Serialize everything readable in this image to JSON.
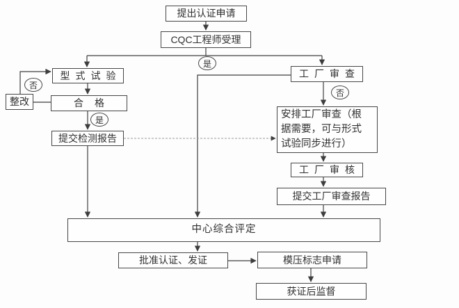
{
  "diagram": {
    "nodes": {
      "submit_application": "提出认证申请",
      "cqc_accept": "CQC工程师受理",
      "type_test": "型式试验",
      "rectify": "整改",
      "qualified": "合格",
      "submit_test_report": "提交检测报告",
      "factory_audit": "工厂审查",
      "arrange_audit": "安排工厂审查（根\n据需要，可与形式\n试验同步进行）",
      "factory_review": "工厂审核",
      "submit_audit_report": "提交工厂审查报告",
      "center_evaluation": "中心综合评定",
      "approve_issue": "批准认证、发证",
      "mold_mark": "模压标志申请",
      "post_cert": "获证后监督"
    },
    "labels": {
      "yes_top": "是",
      "no_left": "否",
      "yes_left": "是",
      "no_right": "否"
    },
    "edges": [
      {
        "from": "submit_application",
        "to": "cqc_accept",
        "style": "solid"
      },
      {
        "from": "cqc_accept",
        "to": "type_test",
        "label": "是",
        "style": "solid"
      },
      {
        "from": "cqc_accept",
        "to": "factory_audit",
        "label": "是",
        "style": "solid"
      },
      {
        "from": "type_test",
        "to": "qualified",
        "style": "solid"
      },
      {
        "from": "qualified",
        "to": "rectify",
        "style": "solid"
      },
      {
        "from": "rectify",
        "to": "type_test",
        "label": "否",
        "style": "solid"
      },
      {
        "from": "qualified",
        "to": "submit_test_report",
        "label": "是",
        "style": "solid"
      },
      {
        "from": "submit_test_report",
        "to": "arrange_audit",
        "style": "dashed"
      },
      {
        "from": "submit_test_report",
        "to": "center_evaluation",
        "style": "solid"
      },
      {
        "from": "factory_audit",
        "to": "center_evaluation",
        "style": "solid"
      },
      {
        "from": "factory_audit",
        "to": "arrange_audit",
        "label": "否",
        "style": "solid"
      },
      {
        "from": "arrange_audit",
        "to": "factory_review",
        "style": "solid"
      },
      {
        "from": "factory_review",
        "to": "submit_audit_report",
        "style": "solid"
      },
      {
        "from": "submit_audit_report",
        "to": "center_evaluation",
        "style": "solid"
      },
      {
        "from": "center_evaluation",
        "to": "approve_issue",
        "style": "solid"
      },
      {
        "from": "approve_issue",
        "to": "mold_mark",
        "style": "solid"
      },
      {
        "from": "mold_mark",
        "to": "post_cert",
        "style": "solid"
      }
    ],
    "colors": {
      "background": "#fdfdfd",
      "node_fill": "#fefefe",
      "border": "#454545",
      "line": "#3d3d3d",
      "dashed_line": "#9a9a9a",
      "text": "#2f2f2f"
    }
  }
}
